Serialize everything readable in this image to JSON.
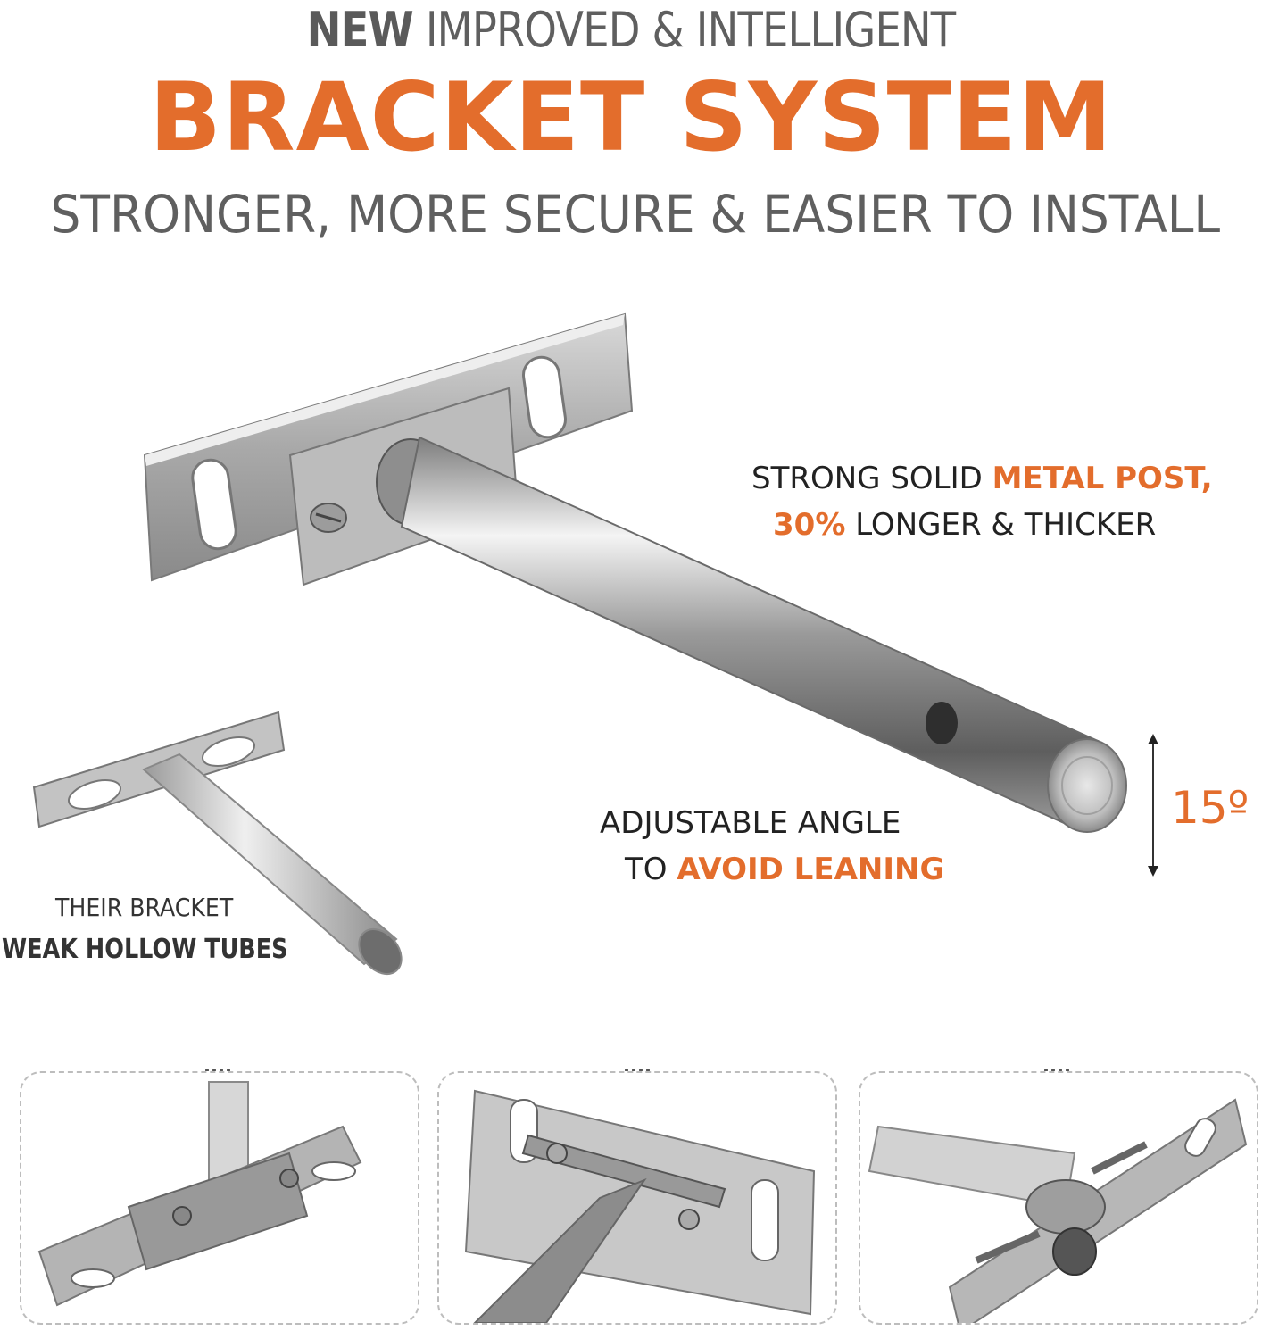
{
  "header": {
    "line1_bold": "NEW",
    "line1_rest": " IMPROVED & INTELLIGENT",
    "line2": "BRACKET SYSTEM",
    "line3": "STRONGER, MORE SECURE & EASIER TO INSTALL"
  },
  "callouts": {
    "post": {
      "line1_plain": "STRONG SOLID ",
      "line1_highlight": "METAL POST,",
      "line2_highlight": "30%",
      "line2_plain": " LONGER & THICKER"
    },
    "angle": {
      "line1": "ADJUSTABLE ANGLE",
      "line2_plain": "TO ",
      "line2_highlight": "AVOID LEANING",
      "degrees": "15º"
    },
    "their": {
      "line1": "THEIR BRACKET",
      "line2": "WEAK HOLLOW TUBES"
    }
  },
  "colors": {
    "accent": "#e36d2c",
    "headline_gray": "#5f5f5f",
    "text_dark": "#222222"
  }
}
